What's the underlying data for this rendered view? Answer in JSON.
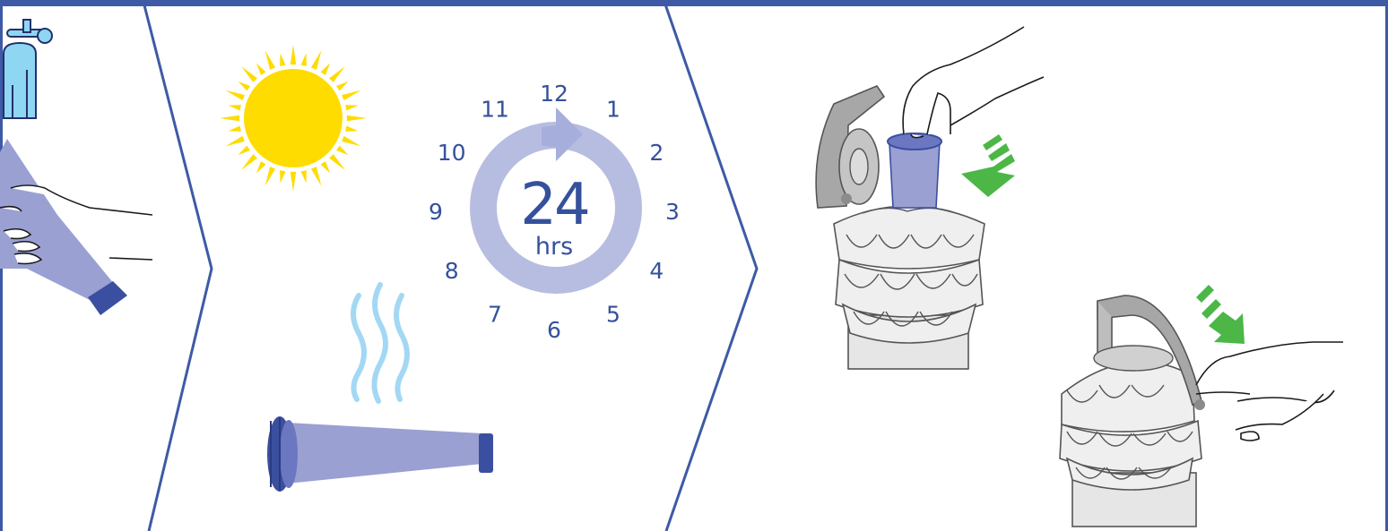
{
  "panels": [
    {
      "id": "rinse",
      "icons": [
        "tap-icon",
        "hand-icon",
        "filter-icon"
      ]
    },
    {
      "id": "dry",
      "icons": [
        "sun-icon",
        "heat-waves-icon",
        "filter-icon"
      ]
    },
    {
      "id": "refit",
      "icons": [
        "cyclone-unit-icon",
        "hand-icon",
        "arrow-icon",
        "filter-icon"
      ]
    }
  ],
  "clock": {
    "numbers": [
      "12",
      "1",
      "2",
      "3",
      "4",
      "5",
      "6",
      "7",
      "8",
      "9",
      "10",
      "11"
    ],
    "duration": "24",
    "unit": "hrs"
  },
  "colors": {
    "border": "#3e5aa6",
    "filter": "#9aa0d2",
    "filter_dark": "#3b4fa0",
    "sun": "#ffdc00",
    "water": "#8fd6f3",
    "arrow": "#4cb747",
    "ring": "#b6bde0",
    "cyclone": "#e6e6e6"
  }
}
